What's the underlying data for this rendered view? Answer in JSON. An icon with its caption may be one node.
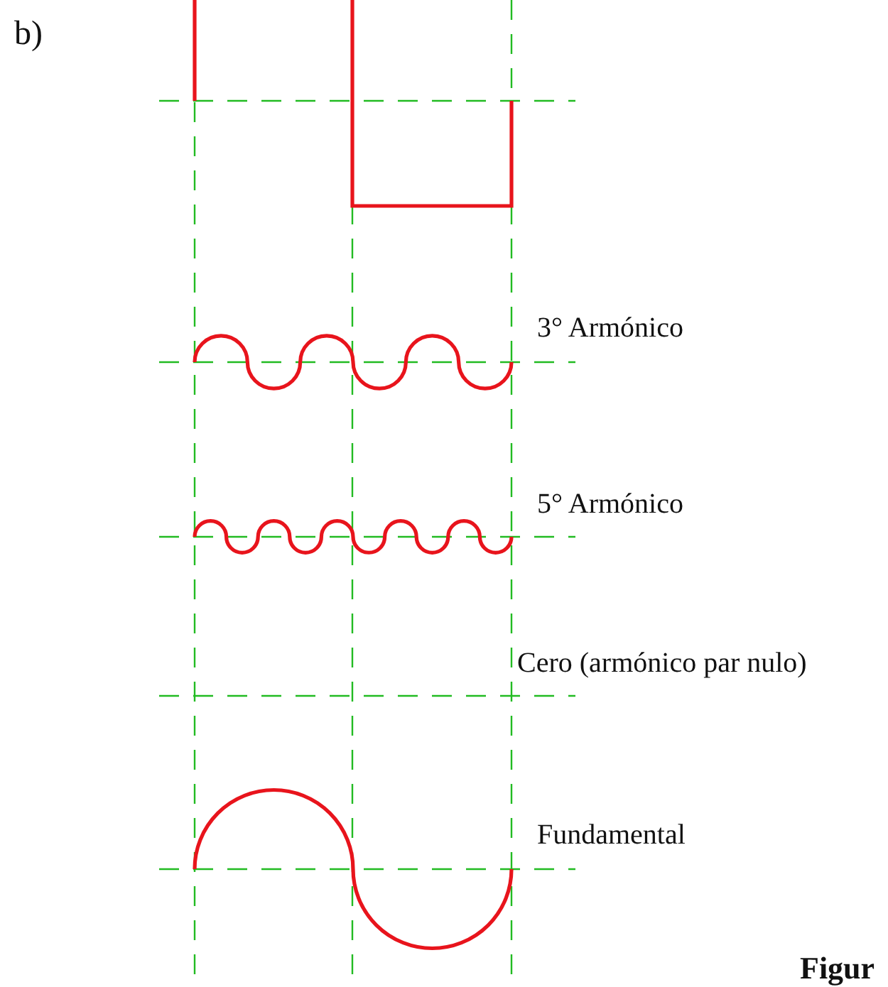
{
  "diagram": {
    "labels": [
      "b)",
      "3° Armónico",
      "5° Armónico",
      "Cero (armónico par nulo)",
      "Fundamental",
      "Figur"
    ]
  }
}
